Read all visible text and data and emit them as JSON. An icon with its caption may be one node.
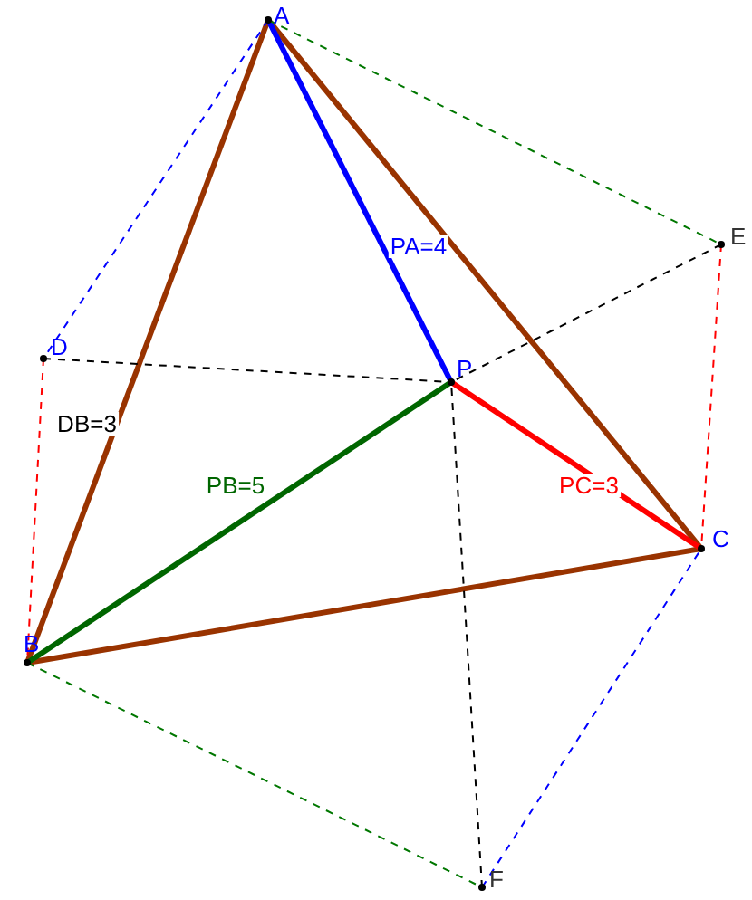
{
  "diagram": {
    "nodes": [
      {
        "text": [
          "A"
        ]
      },
      {
        "text": [
          "B"
        ]
      },
      {
        "text": [
          "C"
        ]
      },
      {
        "text": [
          "P"
        ]
      },
      {
        "text": [
          "D"
        ]
      },
      {
        "text": [
          "E"
        ]
      },
      {
        "text": [
          "F"
        ]
      }
    ],
    "edges": [
      {
        "from": 0,
        "to": 1,
        "arrow": "none",
        "style": "thick",
        "color": "#993300"
      },
      {
        "from": 0,
        "to": 2,
        "arrow": "none",
        "style": "thick",
        "color": "#993300"
      },
      {
        "from": 1,
        "to": 2,
        "arrow": "none",
        "style": "thick",
        "color": "#993300"
      },
      {
        "from": 3,
        "to": 0,
        "arrow": "none",
        "style": "thick",
        "color": "#0000ff",
        "label": "PA=4"
      },
      {
        "from": 3,
        "to": 1,
        "arrow": "none",
        "style": "thick",
        "color": "#006600",
        "label": "PB=5"
      },
      {
        "from": 3,
        "to": 2,
        "arrow": "none",
        "style": "thick",
        "color": "#ff0000",
        "label": "PC=3"
      },
      {
        "from": 0,
        "to": 4,
        "arrow": "none",
        "style": "dashed",
        "color": "#0000ff"
      },
      {
        "from": 4,
        "to": 1,
        "arrow": "none",
        "style": "dashed",
        "color": "#ff0000",
        "label": "DB=3"
      },
      {
        "from": 4,
        "to": 3,
        "arrow": "none",
        "style": "dashed",
        "color": "#000000"
      },
      {
        "from": 0,
        "to": 5,
        "arrow": "none",
        "style": "dashed",
        "color": "#007700"
      },
      {
        "from": 5,
        "to": 2,
        "arrow": "none",
        "style": "dashed",
        "color": "#ff0000"
      },
      {
        "from": 5,
        "to": 3,
        "arrow": "none",
        "style": "dashed",
        "color": "#000000"
      },
      {
        "from": 1,
        "to": 6,
        "arrow": "none",
        "style": "dashed",
        "color": "#007700"
      },
      {
        "from": 6,
        "to": 2,
        "arrow": "none",
        "style": "dashed",
        "color": "#0000ff"
      },
      {
        "from": 6,
        "to": 3,
        "arrow": "none",
        "style": "dashed",
        "color": "#000000"
      }
    ]
  }
}
